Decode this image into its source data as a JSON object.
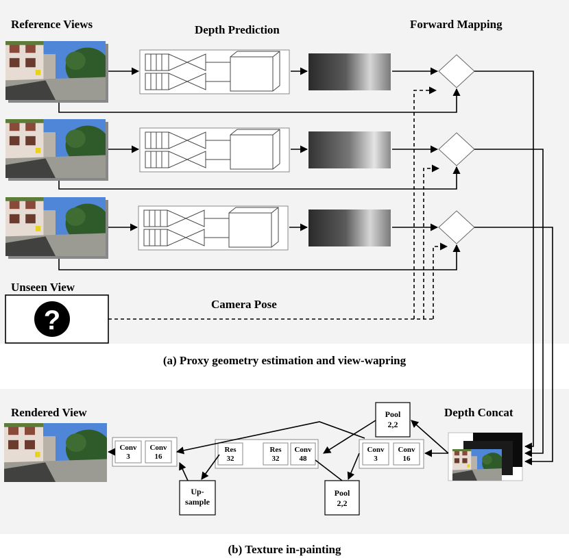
{
  "section_a": {
    "reference_views_title": "Reference Views",
    "depth_prediction_title": "Depth Prediction",
    "forward_mapping_title": "Forward Mapping",
    "unseen_view_title": "Unseen View",
    "unseen_view_symbol": "?",
    "camera_pose_label": "Camera Pose",
    "caption": "(a) Proxy geometry estimation and view-wapring"
  },
  "section_b": {
    "rendered_view_title": "Rendered View",
    "depth_concat_title": "Depth Concat",
    "caption": "(b) Texture in-painting",
    "left_block": [
      {
        "line1": "Conv",
        "line2": "3"
      },
      {
        "line1": "Conv",
        "line2": "16"
      }
    ],
    "middle_block": [
      {
        "line1": "Res",
        "line2": "32"
      },
      {
        "line1": "Res",
        "line2": "32"
      },
      {
        "line1": "Conv",
        "line2": "48"
      }
    ],
    "right_block": [
      {
        "line1": "Conv",
        "line2": "3"
      },
      {
        "line1": "Conv",
        "line2": "16"
      }
    ],
    "pool_top": {
      "line1": "Pool",
      "line2": "2,2"
    },
    "pool_bottom": {
      "line1": "Pool",
      "line2": "2,2"
    },
    "upsample": {
      "line1": "Up-",
      "line2": "sample"
    }
  },
  "colors": {
    "panel_bg": "#f3f3f3",
    "sky": "#4f86d8",
    "building": "#e6dcd3",
    "foliage": "#2f5a2a",
    "road": "#9b9b93"
  }
}
